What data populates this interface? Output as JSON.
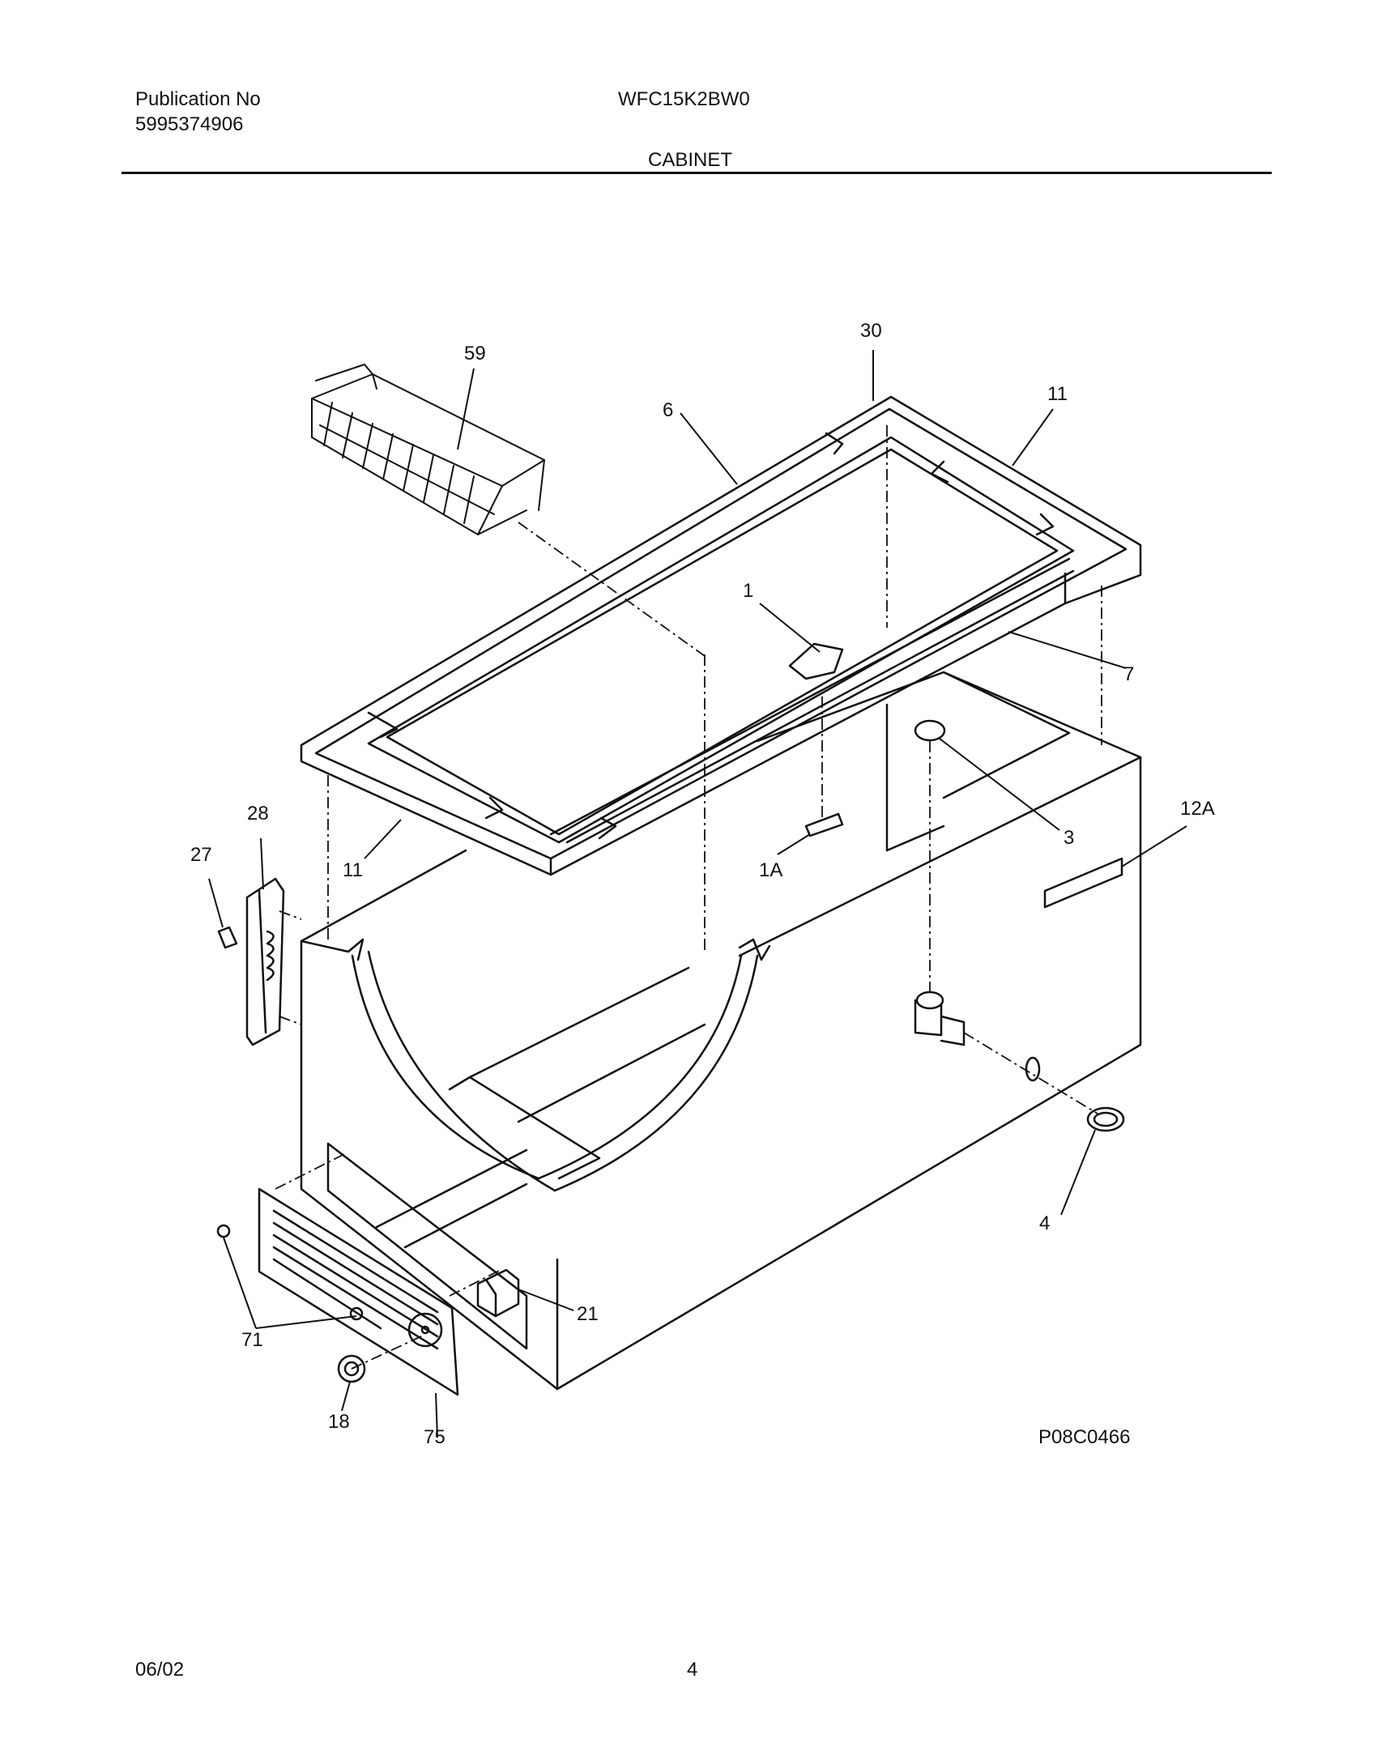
{
  "header": {
    "publication_label": "Publication No",
    "publication_number": "5995374906",
    "model": "WFC15K2BW0",
    "section_title": "CABINET"
  },
  "diagram": {
    "drawing_code": "P08C0466",
    "callouts": [
      "59",
      "30",
      "6",
      "11",
      "1",
      "7",
      "3",
      "12A",
      "28",
      "27",
      "11",
      "1A",
      "4",
      "21",
      "71",
      "18",
      "75"
    ]
  },
  "footer": {
    "date": "06/02",
    "page": "4"
  }
}
